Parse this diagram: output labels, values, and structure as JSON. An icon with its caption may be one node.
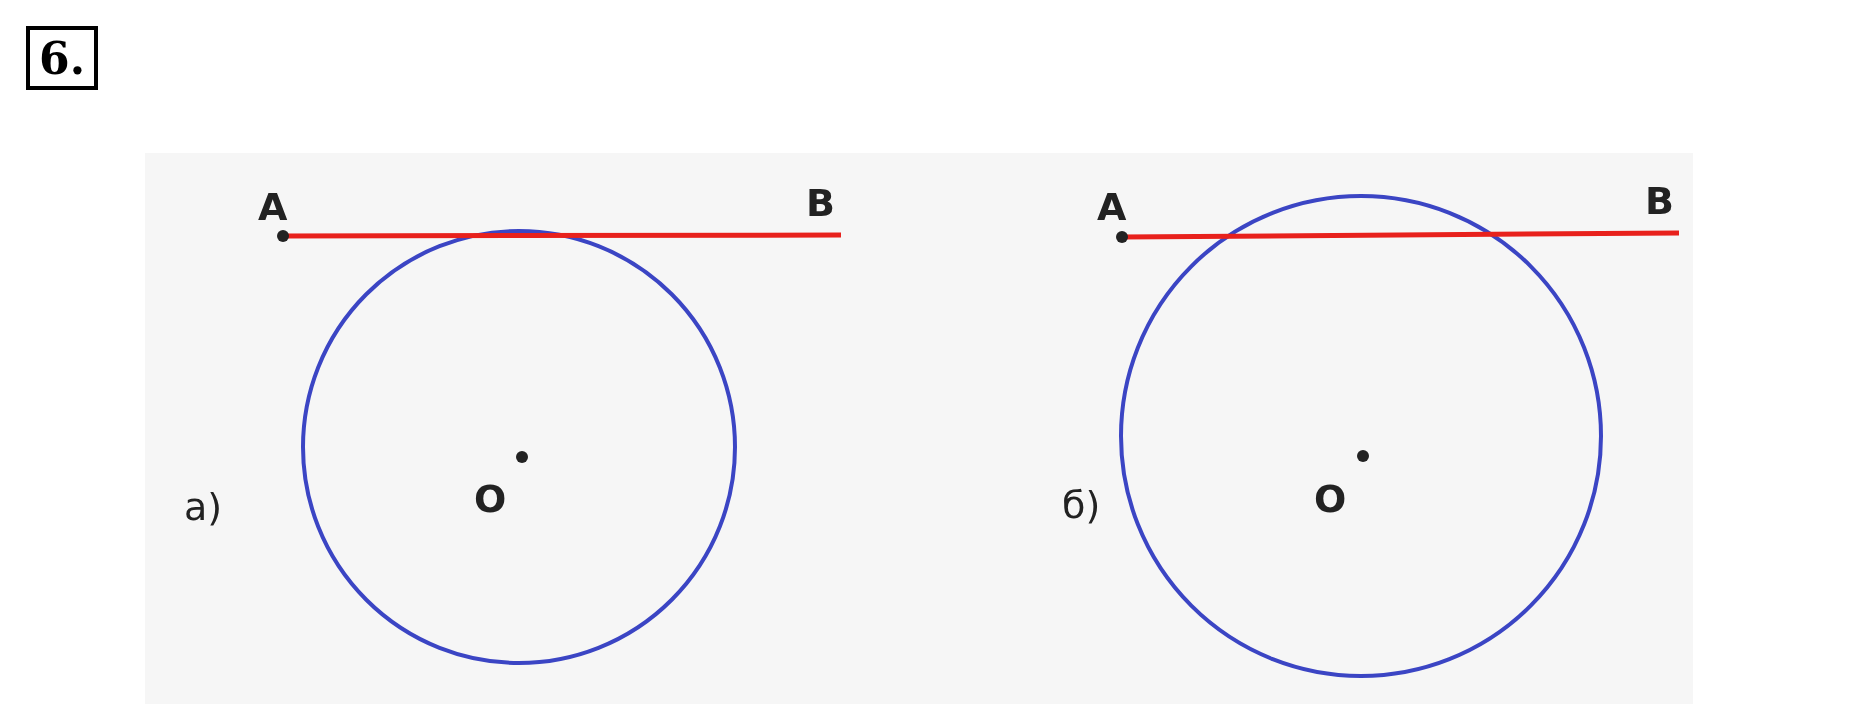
{
  "diagram": {
    "title": "6.",
    "labels": [
      "A",
      "B",
      "O",
      "а)",
      "A",
      "B",
      "O",
      "б)"
    ]
  }
}
